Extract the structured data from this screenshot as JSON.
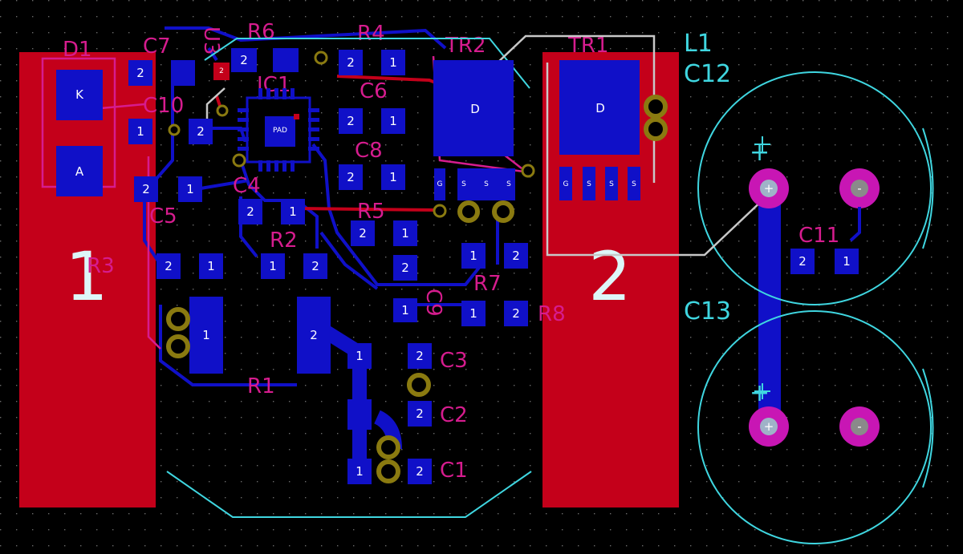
{
  "board": {
    "background": "#000000",
    "colors": {
      "top_copper": "#c4001a",
      "bottom_copper": "#1010c8",
      "top_silk": "#3fd6e0",
      "bottom_silk": "#d61c8e",
      "via": "#8a7a10",
      "pad_text": "#ffffff",
      "ratsnest": "#c8c8c8"
    }
  },
  "regions": {
    "left": "1",
    "right": "2"
  },
  "diode": {
    "ref": "D1",
    "pad_k": "K",
    "pad_a": "A"
  },
  "transistors": [
    {
      "ref": "TR2",
      "drain": "D",
      "pins": [
        "G",
        "S",
        "S",
        "S"
      ]
    },
    {
      "ref": "TR1",
      "drain": "D",
      "pins": [
        "G",
        "S",
        "S",
        "S"
      ]
    }
  ],
  "ic": {
    "ref": "IC1",
    "pad_label": "PAD"
  },
  "inductor": {
    "ref": "L1"
  },
  "capacitors_large": [
    {
      "ref": "C12",
      "plus_sign": "+",
      "pin_plus": "+",
      "pin_minus": "-"
    },
    {
      "ref": "C13",
      "plus_sign": "+",
      "pin_plus": "+",
      "pin_minus": "-"
    }
  ],
  "labels": {
    "top_silk": [
      "L1",
      "C12",
      "C13"
    ],
    "bottom_silk": [
      "D1",
      "C7",
      "U3",
      "R6",
      "R4",
      "TR2",
      "TR1",
      "C10",
      "IC1",
      "C6",
      "C8",
      "C4",
      "R5",
      "C5",
      "R2",
      "R3",
      "C9",
      "R7",
      "R8",
      "R1",
      "C3",
      "C2",
      "C1",
      "C11"
    ]
  },
  "pads": {
    "one": "1",
    "two": "2"
  }
}
